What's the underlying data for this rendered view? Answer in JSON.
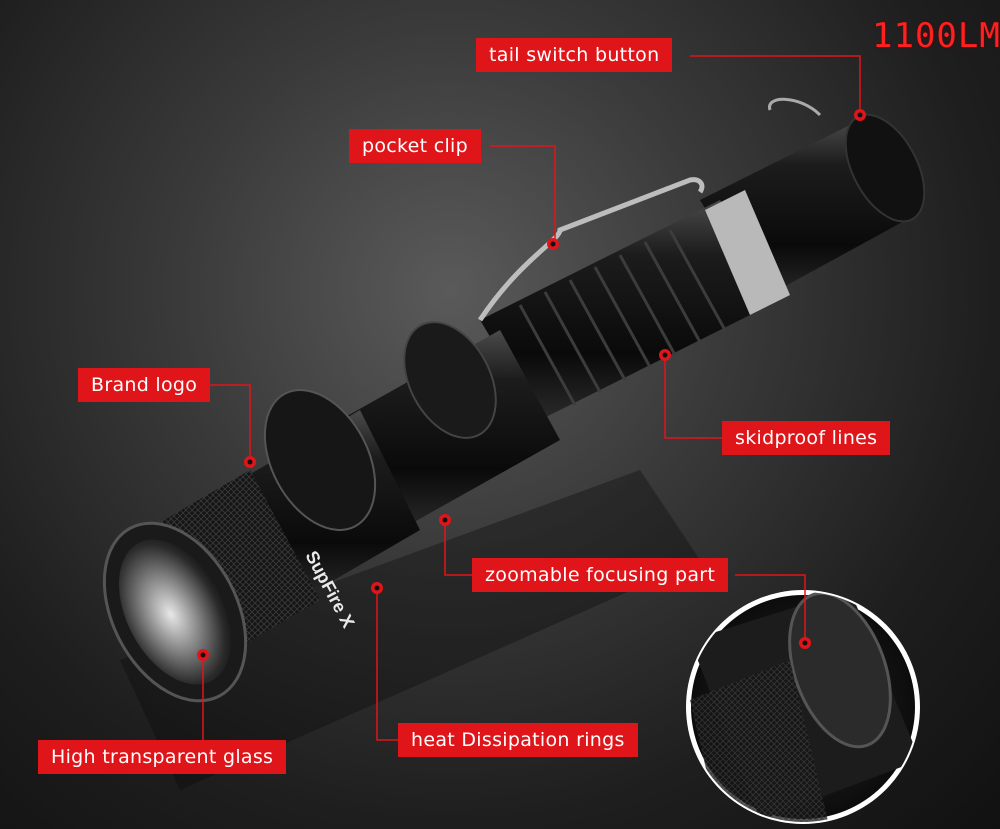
{
  "badge": {
    "lumens": "1100LM"
  },
  "brand_engraving": "SupFire X",
  "callouts": {
    "tail_switch": "tail switch button",
    "pocket_clip": "pocket clip",
    "brand_logo": "Brand logo",
    "skidproof": "skidproof lines",
    "zoom": "zoomable focusing part",
    "glass": "High transparent glass",
    "heat": "heat Dissipation rings"
  },
  "colors": {
    "accent": "#e0151a",
    "body": "#141414",
    "background": "#333333"
  }
}
